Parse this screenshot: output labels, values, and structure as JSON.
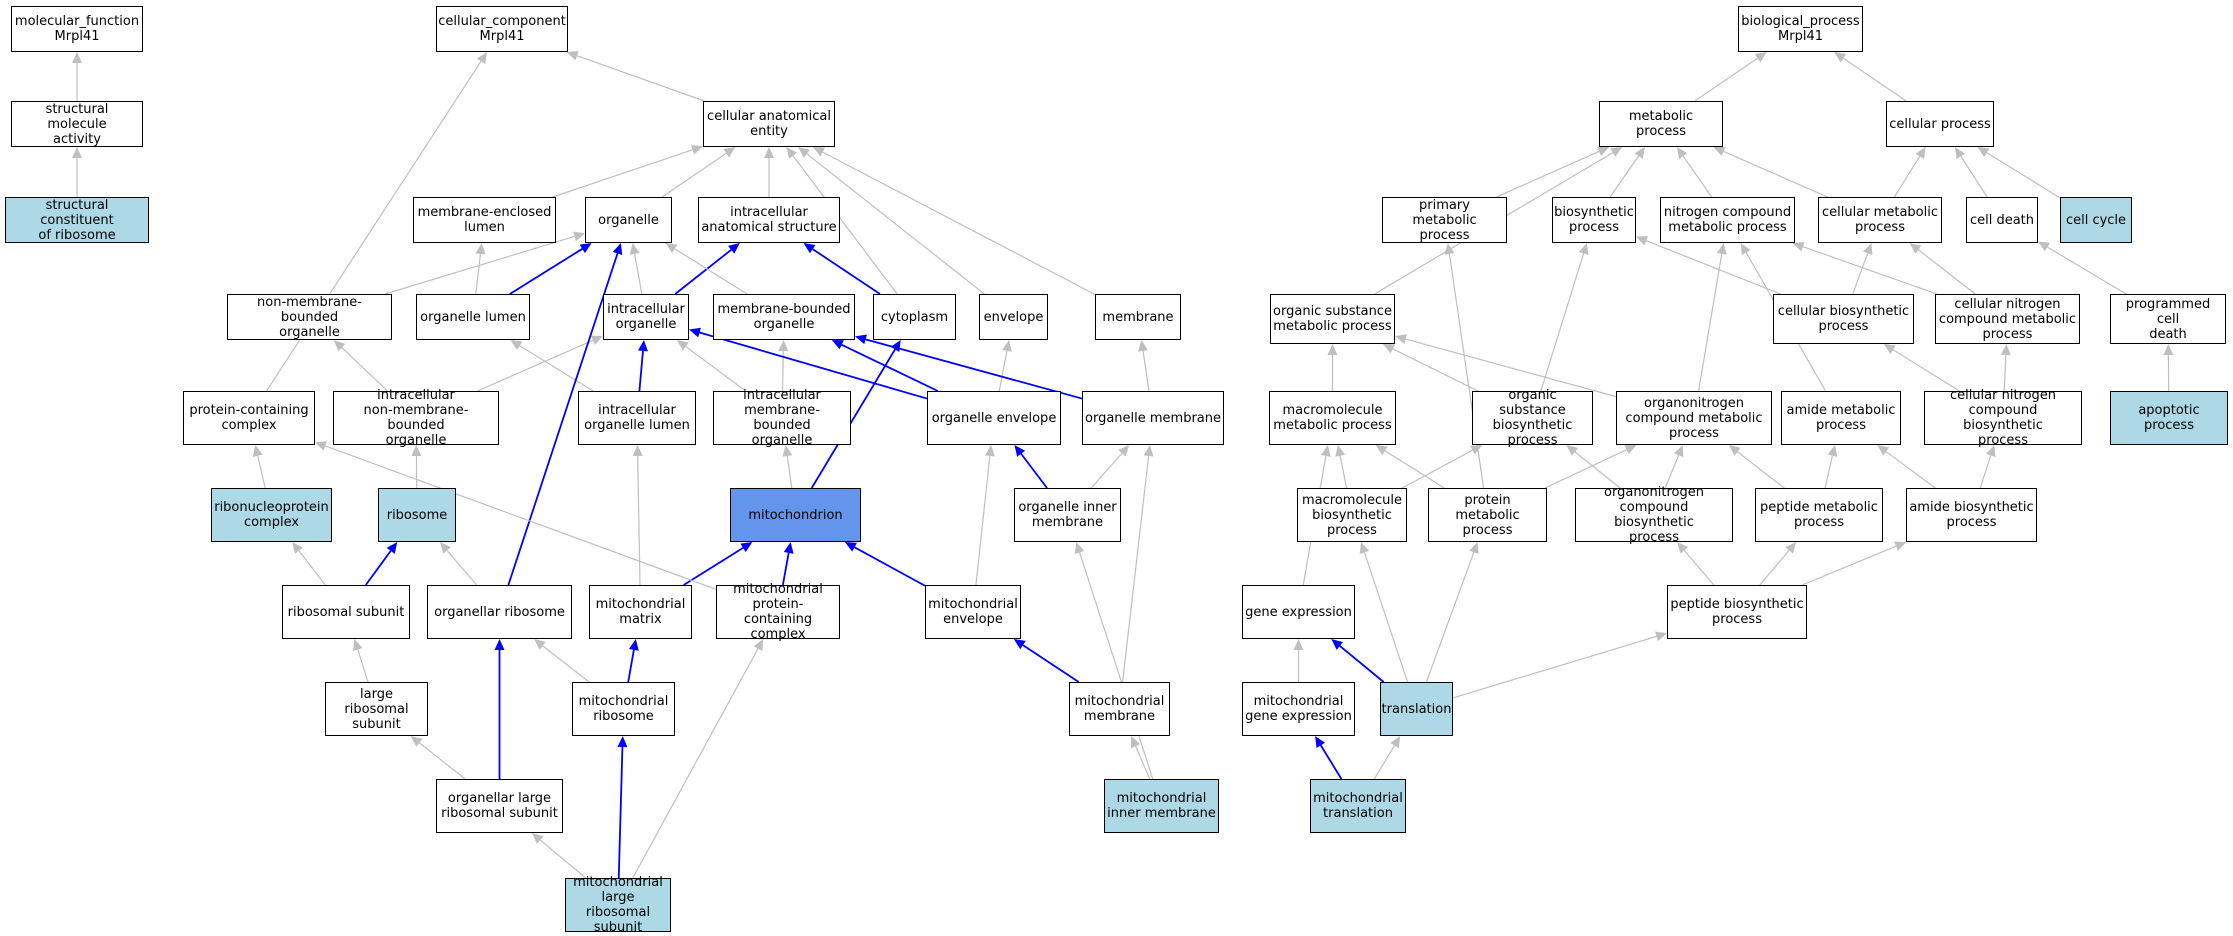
{
  "colors": {
    "default_fill": "#ffffff",
    "annotated_fill": "#add8e6",
    "focus_fill": "#6495ed",
    "edge_gray": "#bfbfbf",
    "edge_blue": "#0000ff"
  },
  "nodes": [
    {
      "id": "mf",
      "label": "molecular_function\nMrpl41"
    },
    {
      "id": "sma",
      "label": "structural molecule\nactivity"
    },
    {
      "id": "scr",
      "label": "structural constituent\nof ribosome",
      "style": "annotated"
    },
    {
      "id": "cc",
      "label": "cellular_component\nMrpl41"
    },
    {
      "id": "cae",
      "label": "cellular anatomical\nentity"
    },
    {
      "id": "mel",
      "label": "membrane-enclosed\nlumen"
    },
    {
      "id": "org",
      "label": "organelle"
    },
    {
      "id": "ias",
      "label": "intracellular\nanatomical structure"
    },
    {
      "id": "nmbo",
      "label": "non-membrane-bounded\norganelle"
    },
    {
      "id": "olum",
      "label": "organelle lumen"
    },
    {
      "id": "io",
      "label": "intracellular\norganelle"
    },
    {
      "id": "mbo",
      "label": "membrane-bounded\norganelle"
    },
    {
      "id": "cyto",
      "label": "cytoplasm"
    },
    {
      "id": "env",
      "label": "envelope"
    },
    {
      "id": "mem",
      "label": "membrane"
    },
    {
      "id": "pcc",
      "label": "protein-containing\ncomplex"
    },
    {
      "id": "inmbo",
      "label": "intracellular\nnon-membrane-bounded\norganelle"
    },
    {
      "id": "iol",
      "label": "intracellular\norganelle lumen"
    },
    {
      "id": "imbo",
      "label": "intracellular\nmembrane-bounded\norganelle"
    },
    {
      "id": "oenv",
      "label": "organelle envelope"
    },
    {
      "id": "omem",
      "label": "organelle membrane"
    },
    {
      "id": "rnp",
      "label": "ribonucleoprotein\ncomplex",
      "style": "annotated"
    },
    {
      "id": "ribo",
      "label": "ribosome",
      "style": "annotated"
    },
    {
      "id": "mito",
      "label": "mitochondrion",
      "style": "focus"
    },
    {
      "id": "oim",
      "label": "organelle inner\nmembrane"
    },
    {
      "id": "rsu",
      "label": "ribosomal subunit"
    },
    {
      "id": "orib",
      "label": "organellar ribosome"
    },
    {
      "id": "mmat",
      "label": "mitochondrial\nmatrix"
    },
    {
      "id": "mpcc",
      "label": "mitochondrial\nprotein-containing\ncomplex"
    },
    {
      "id": "menv",
      "label": "mitochondrial\nenvelope"
    },
    {
      "id": "lrsu",
      "label": "large ribosomal\nsubunit"
    },
    {
      "id": "mrib",
      "label": "mitochondrial\nribosome"
    },
    {
      "id": "mmem",
      "label": "mitochondrial\nmembrane"
    },
    {
      "id": "olrsu",
      "label": "organellar large\nribosomal subunit"
    },
    {
      "id": "mim",
      "label": "mitochondrial\ninner membrane",
      "style": "annotated"
    },
    {
      "id": "mlrsu",
      "label": "mitochondrial\nlarge ribosomal\nsubunit",
      "style": "annotated"
    },
    {
      "id": "bp",
      "label": "biological_process\nMrpl41"
    },
    {
      "id": "met",
      "label": "metabolic process"
    },
    {
      "id": "cp",
      "label": "cellular process"
    },
    {
      "id": "pmp",
      "label": "primary metabolic\nprocess"
    },
    {
      "id": "bsp",
      "label": "biosynthetic\nprocess"
    },
    {
      "id": "ncmp",
      "label": "nitrogen compound\nmetabolic process"
    },
    {
      "id": "cmp",
      "label": "cellular metabolic\nprocess"
    },
    {
      "id": "cd",
      "label": "cell death"
    },
    {
      "id": "cycle",
      "label": "cell cycle",
      "style": "annotated"
    },
    {
      "id": "osmp",
      "label": "organic substance\nmetabolic process"
    },
    {
      "id": "cbp",
      "label": "cellular biosynthetic\nprocess"
    },
    {
      "id": "cncmp",
      "label": "cellular nitrogen\ncompound metabolic\nprocess"
    },
    {
      "id": "pcd",
      "label": "programmed cell\ndeath"
    },
    {
      "id": "mmp",
      "label": "macromolecule\nmetabolic process"
    },
    {
      "id": "osbp",
      "label": "organic substance\nbiosynthetic\nprocess"
    },
    {
      "id": "oncmp",
      "label": "organonitrogen\ncompound metabolic\nprocess"
    },
    {
      "id": "amp",
      "label": "amide metabolic\nprocess"
    },
    {
      "id": "cncbp",
      "label": "cellular nitrogen\ncompound biosynthetic\nprocess"
    },
    {
      "id": "apop",
      "label": "apoptotic process",
      "style": "annotated"
    },
    {
      "id": "mbp",
      "label": "macromolecule\nbiosynthetic\nprocess"
    },
    {
      "id": "prmp",
      "label": "protein metabolic\nprocess"
    },
    {
      "id": "oncbp",
      "label": "organonitrogen\ncompound biosynthetic\nprocess"
    },
    {
      "id": "pmet",
      "label": "peptide metabolic\nprocess"
    },
    {
      "id": "abp",
      "label": "amide biosynthetic\nprocess"
    },
    {
      "id": "ge",
      "label": "gene expression"
    },
    {
      "id": "pbp",
      "label": "peptide biosynthetic\nprocess"
    },
    {
      "id": "mge",
      "label": "mitochondrial\ngene expression"
    },
    {
      "id": "trans",
      "label": "translation",
      "style": "annotated"
    },
    {
      "id": "mtrans",
      "label": "mitochondrial\ntranslation",
      "style": "annotated"
    }
  ],
  "edges": [
    [
      "sma",
      "mf",
      "gray"
    ],
    [
      "scr",
      "sma",
      "gray"
    ],
    [
      "cae",
      "cc",
      "gray"
    ],
    [
      "pcc",
      "cc",
      "gray"
    ],
    [
      "mel",
      "cae",
      "gray"
    ],
    [
      "org",
      "cae",
      "gray"
    ],
    [
      "ias",
      "cae",
      "gray"
    ],
    [
      "cyto",
      "cae",
      "gray"
    ],
    [
      "env",
      "cae",
      "gray"
    ],
    [
      "mem",
      "cae",
      "gray"
    ],
    [
      "nmbo",
      "org",
      "gray"
    ],
    [
      "olum",
      "mel",
      "gray"
    ],
    [
      "olum",
      "org",
      "blue"
    ],
    [
      "io",
      "org",
      "gray"
    ],
    [
      "io",
      "ias",
      "blue"
    ],
    [
      "mbo",
      "org",
      "gray"
    ],
    [
      "cyto",
      "ias",
      "blue"
    ],
    [
      "inmbo",
      "nmbo",
      "gray"
    ],
    [
      "inmbo",
      "io",
      "gray"
    ],
    [
      "iol",
      "olum",
      "gray"
    ],
    [
      "iol",
      "io",
      "blue"
    ],
    [
      "imbo",
      "mbo",
      "gray"
    ],
    [
      "imbo",
      "io",
      "gray"
    ],
    [
      "oenv",
      "io",
      "blue"
    ],
    [
      "oenv",
      "mbo",
      "blue"
    ],
    [
      "oenv",
      "env",
      "gray"
    ],
    [
      "omem",
      "mbo",
      "blue"
    ],
    [
      "omem",
      "mem",
      "gray"
    ],
    [
      "rnp",
      "pcc",
      "gray"
    ],
    [
      "ribo",
      "inmbo",
      "gray"
    ],
    [
      "mito",
      "imbo",
      "gray"
    ],
    [
      "mito",
      "cyto",
      "blue"
    ],
    [
      "oim",
      "oenv",
      "blue"
    ],
    [
      "oim",
      "omem",
      "gray"
    ],
    [
      "rsu",
      "rnp",
      "gray"
    ],
    [
      "rsu",
      "ribo",
      "blue"
    ],
    [
      "orib",
      "ribo",
      "gray"
    ],
    [
      "orib",
      "org",
      "blue"
    ],
    [
      "mmat",
      "iol",
      "gray"
    ],
    [
      "mmat",
      "mito",
      "blue"
    ],
    [
      "mpcc",
      "pcc",
      "gray"
    ],
    [
      "mpcc",
      "mito",
      "blue"
    ],
    [
      "menv",
      "oenv",
      "gray"
    ],
    [
      "menv",
      "mito",
      "blue"
    ],
    [
      "lrsu",
      "rsu",
      "gray"
    ],
    [
      "mrib",
      "orib",
      "gray"
    ],
    [
      "mrib",
      "mmat",
      "blue"
    ],
    [
      "mmem",
      "omem",
      "gray"
    ],
    [
      "mmem",
      "menv",
      "blue"
    ],
    [
      "olrsu",
      "lrsu",
      "gray"
    ],
    [
      "olrsu",
      "orib",
      "blue"
    ],
    [
      "mim",
      "mmem",
      "gray"
    ],
    [
      "mim",
      "oim",
      "gray"
    ],
    [
      "mlrsu",
      "olrsu",
      "gray"
    ],
    [
      "mlrsu",
      "mrib",
      "blue"
    ],
    [
      "mlrsu",
      "mpcc",
      "gray"
    ],
    [
      "met",
      "bp",
      "gray"
    ],
    [
      "cp",
      "bp",
      "gray"
    ],
    [
      "pmp",
      "met",
      "gray"
    ],
    [
      "bsp",
      "met",
      "gray"
    ],
    [
      "ncmp",
      "met",
      "gray"
    ],
    [
      "cmp",
      "met",
      "gray"
    ],
    [
      "cmp",
      "cp",
      "gray"
    ],
    [
      "cd",
      "cp",
      "gray"
    ],
    [
      "cycle",
      "cp",
      "gray"
    ],
    [
      "osmp",
      "met",
      "gray"
    ],
    [
      "cbp",
      "bsp",
      "gray"
    ],
    [
      "cbp",
      "cmp",
      "gray"
    ],
    [
      "cncmp",
      "ncmp",
      "gray"
    ],
    [
      "cncmp",
      "cmp",
      "gray"
    ],
    [
      "pcd",
      "cd",
      "gray"
    ],
    [
      "mmp",
      "osmp",
      "gray"
    ],
    [
      "osbp",
      "osmp",
      "gray"
    ],
    [
      "osbp",
      "bsp",
      "gray"
    ],
    [
      "oncmp",
      "osmp",
      "gray"
    ],
    [
      "oncmp",
      "ncmp",
      "gray"
    ],
    [
      "amp",
      "ncmp",
      "gray"
    ],
    [
      "cncbp",
      "cbp",
      "gray"
    ],
    [
      "cncbp",
      "cncmp",
      "gray"
    ],
    [
      "apop",
      "pcd",
      "gray"
    ],
    [
      "mbp",
      "mmp",
      "gray"
    ],
    [
      "mbp",
      "osbp",
      "gray"
    ],
    [
      "prmp",
      "mmp",
      "gray"
    ],
    [
      "prmp",
      "pmp",
      "gray"
    ],
    [
      "prmp",
      "oncmp",
      "gray"
    ],
    [
      "oncbp",
      "osbp",
      "gray"
    ],
    [
      "oncbp",
      "oncmp",
      "gray"
    ],
    [
      "pmet",
      "oncmp",
      "gray"
    ],
    [
      "pmet",
      "amp",
      "gray"
    ],
    [
      "abp",
      "amp",
      "gray"
    ],
    [
      "abp",
      "cncbp",
      "gray"
    ],
    [
      "ge",
      "mmp",
      "gray"
    ],
    [
      "pbp",
      "oncbp",
      "gray"
    ],
    [
      "pbp",
      "pmet",
      "gray"
    ],
    [
      "pbp",
      "abp",
      "gray"
    ],
    [
      "mge",
      "ge",
      "gray"
    ],
    [
      "trans",
      "mbp",
      "gray"
    ],
    [
      "trans",
      "prmp",
      "gray"
    ],
    [
      "trans",
      "pbp",
      "gray"
    ],
    [
      "trans",
      "ge",
      "blue"
    ],
    [
      "mtrans",
      "trans",
      "gray"
    ],
    [
      "mtrans",
      "mge",
      "blue"
    ]
  ]
}
